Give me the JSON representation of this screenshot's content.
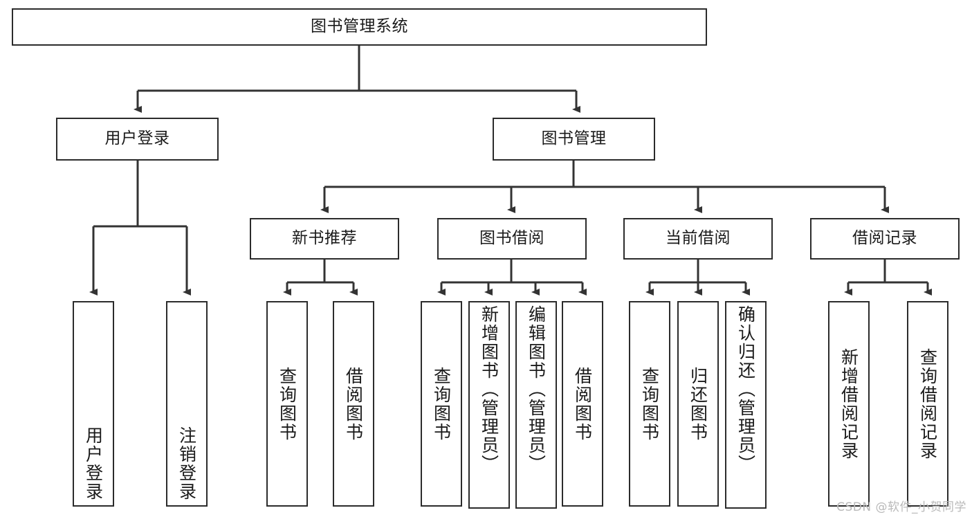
{
  "diagram": {
    "title": "图书管理系统",
    "type": "tree-hierarchy-diagram",
    "watermark": "CSDN @软件_小贺同学",
    "colors": {
      "box_border": "#2b2b2b",
      "box_fill": "#ffffff",
      "line": "#333333",
      "text": "#1a1a1a",
      "watermark": "#b9b9b9",
      "background": "#ffffff"
    },
    "root": {
      "label": "图书管理系统"
    },
    "level2": [
      {
        "label": "用户登录"
      },
      {
        "label": "图书管理"
      }
    ],
    "level3": [
      {
        "label": "新书推荐"
      },
      {
        "label": "图书借阅"
      },
      {
        "label": "当前借阅"
      },
      {
        "label": "借阅记录"
      }
    ],
    "leaves": {
      "user_login": [
        {
          "label": "用户登录"
        },
        {
          "label": "注销登录"
        }
      ],
      "new_book_recommend": [
        {
          "label": "查询图书"
        },
        {
          "label": "借阅图书"
        }
      ],
      "book_borrow": [
        {
          "label": "查询图书"
        },
        {
          "label": "新增图书（管理员）"
        },
        {
          "label": "编辑图书（管理员）"
        },
        {
          "label": "借阅图书"
        }
      ],
      "current_borrow": [
        {
          "label": "查询图书"
        },
        {
          "label": "归还图书"
        },
        {
          "label": "确认归还（管理员）"
        }
      ],
      "borrow_record": [
        {
          "label": "新增借阅记录"
        },
        {
          "label": "查询借阅记录"
        }
      ]
    }
  }
}
